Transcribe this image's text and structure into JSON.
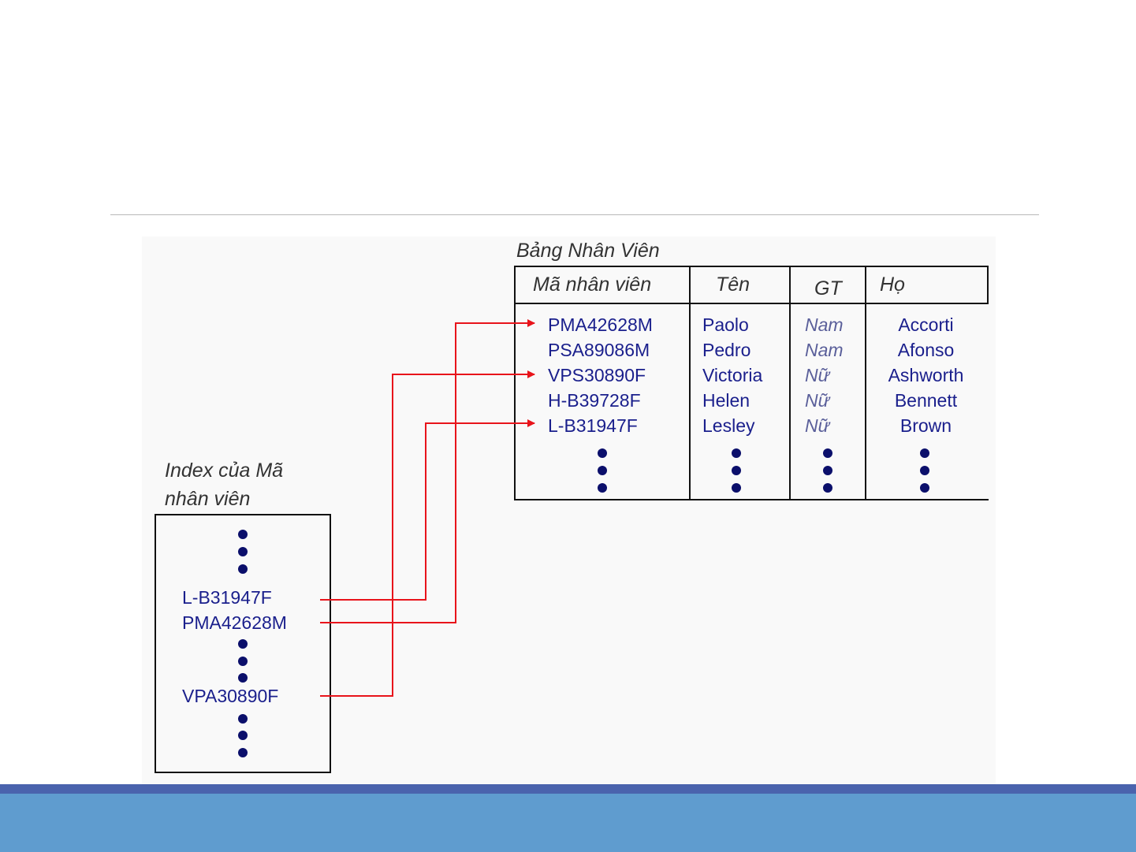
{
  "table": {
    "caption": "Bảng Nhân Viên",
    "headers": [
      "Mã nhân viên",
      "Tên",
      "GT",
      "Họ"
    ],
    "rows": [
      {
        "id": "PMA42628M",
        "name": "Paolo",
        "gender": "Nam",
        "surname": "Accorti"
      },
      {
        "id": "PSA89086M",
        "name": "Pedro",
        "gender": "Nam",
        "surname": "Afonso"
      },
      {
        "id": "VPS30890F",
        "name": "Victoria",
        "gender": "Nữ",
        "surname": "Ashworth"
      },
      {
        "id": "H-B39728F",
        "name": "Helen",
        "gender": "Nữ",
        "surname": "Bennett"
      },
      {
        "id": "L-B31947F",
        "name": "Lesley",
        "gender": "Nữ",
        "surname": "Brown"
      }
    ]
  },
  "index": {
    "caption_line1": "Index của Mã",
    "caption_line2": "nhân viên",
    "entries": [
      "L-B31947F",
      "PMA42628M",
      "VPA30890F"
    ]
  },
  "colors": {
    "arrow": "#e8141b",
    "text": "#1a1f8c",
    "footer": "#5f9ccf",
    "footer_band": "#4a63ad"
  }
}
